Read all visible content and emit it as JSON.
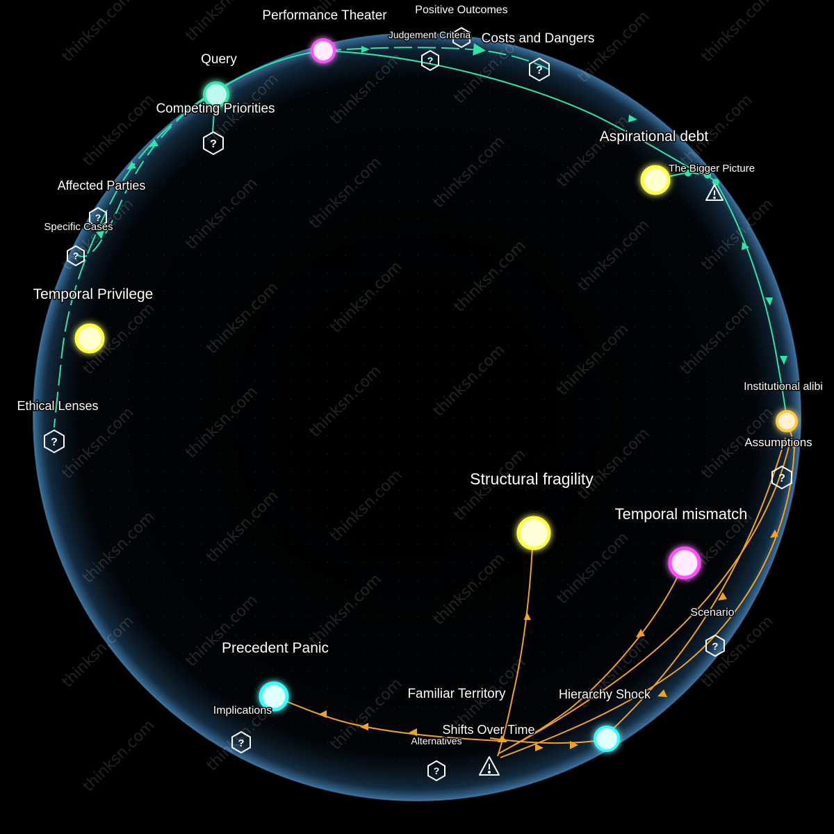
{
  "watermark": "thinksn.com",
  "colors": {
    "background": "#000000",
    "sphere_edge": "#3a6f9a",
    "green_path": "#2ee6a6",
    "orange_path": "#f2a322",
    "yellow_node": "#ffff55",
    "magenta_node": "#ff4dff",
    "cyan_node": "#33ffff",
    "orange_node": "#ffc840",
    "label": "#ffffff"
  },
  "nodes": [
    {
      "id": "query",
      "label": "Query",
      "color": "cyan"
    },
    {
      "id": "performance-theater",
      "label": "Performance Theater",
      "color": "magenta"
    },
    {
      "id": "aspirational-debt",
      "label": "Aspirational debt",
      "color": "yellow"
    },
    {
      "id": "temporal-privilege",
      "label": "Temporal Privilege",
      "color": "yellow"
    },
    {
      "id": "institutional-alibi",
      "label": "Institutional alibi",
      "color": "orange"
    },
    {
      "id": "structural-fragility",
      "label": "Structural fragility",
      "color": "yellow"
    },
    {
      "id": "temporal-mismatch",
      "label": "Temporal mismatch",
      "color": "magenta"
    },
    {
      "id": "precedent-panic",
      "label": "Precedent Panic",
      "color": "cyan"
    },
    {
      "id": "bottom-cyan",
      "label": "",
      "color": "cyan"
    }
  ],
  "question_markers": [
    {
      "id": "competing-priorities",
      "label": "Competing Priorities"
    },
    {
      "id": "judgement-criteria",
      "label": "Judgement Criteria"
    },
    {
      "id": "positive-outcomes",
      "label": "Positive Outcomes"
    },
    {
      "id": "costs-and-dangers",
      "label": "Costs and Dangers"
    },
    {
      "id": "affected-parties",
      "label": "Affected Parties"
    },
    {
      "id": "specific-cases",
      "label": "Specific Cases"
    },
    {
      "id": "ethical-lenses",
      "label": "Ethical Lenses"
    },
    {
      "id": "assumptions",
      "label": "Assumptions"
    },
    {
      "id": "scenario",
      "label": "Scenario"
    },
    {
      "id": "implications",
      "label": "Implications"
    },
    {
      "id": "alternatives",
      "label": "Alternatives"
    }
  ],
  "warning_markers": [
    {
      "id": "the-bigger-picture",
      "label": "The Bigger Picture"
    },
    {
      "id": "shifts-over-time",
      "label": "Shifts Over Time"
    }
  ],
  "floating_labels": {
    "familiar_territory": "Familiar Territory",
    "hierarchy_shock": "Hierarchy Shock"
  }
}
